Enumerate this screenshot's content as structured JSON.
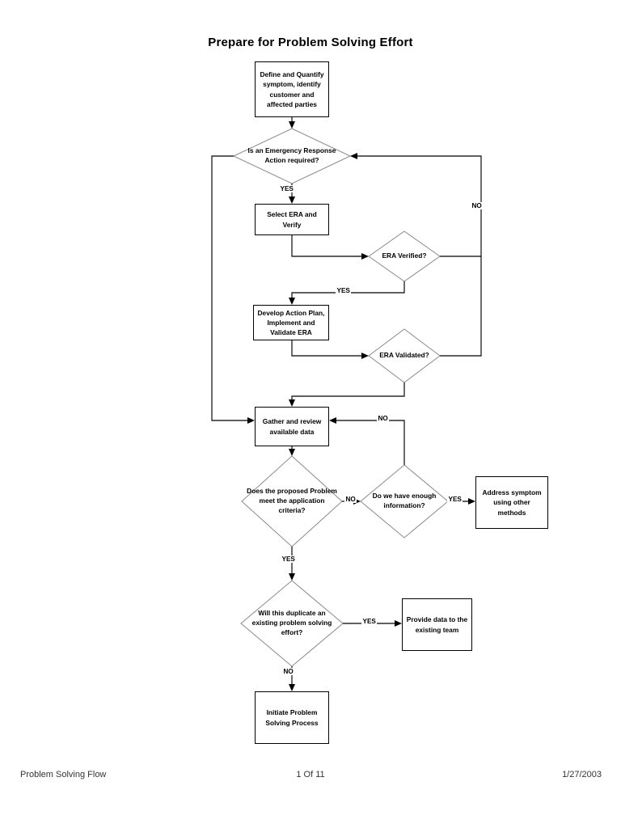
{
  "page": {
    "title": "Prepare for Problem Solving Effort"
  },
  "footer": {
    "left": "Problem Solving Flow",
    "center": "1 Of 11",
    "right": "1/27/2003"
  },
  "colors": {
    "ink": "#000000",
    "diamond_stroke": "#8a8a8a",
    "box_stroke": "#000000",
    "background": "#ffffff",
    "footer_text": "#333333"
  },
  "flowchart": {
    "type": "flowchart",
    "orientation": "top-to-bottom",
    "nodes": [
      {
        "id": "define",
        "shape": "process",
        "text": "Define and Quantify symptom, identify customer and affected parties"
      },
      {
        "id": "era_required",
        "shape": "decision",
        "text": "Is an Emergency Response Action required?"
      },
      {
        "id": "select_era",
        "shape": "process",
        "text": "Select ERA and Verify"
      },
      {
        "id": "era_verified",
        "shape": "decision",
        "text": "ERA Verified?"
      },
      {
        "id": "develop_plan",
        "shape": "process",
        "text": "Develop Action Plan, Implement and Validate ERA"
      },
      {
        "id": "era_validated",
        "shape": "decision",
        "text": "ERA Validated?"
      },
      {
        "id": "gather",
        "shape": "process",
        "text": "Gather and review available data"
      },
      {
        "id": "criteria",
        "shape": "decision",
        "text": "Does the proposed Problem meet the application criteria?"
      },
      {
        "id": "enough_info",
        "shape": "decision",
        "text": "Do we have enough information?"
      },
      {
        "id": "address",
        "shape": "process",
        "text": "Address symptom using other methods"
      },
      {
        "id": "duplicate",
        "shape": "decision",
        "text": "Will this duplicate an existing problem solving effort?"
      },
      {
        "id": "provide_data",
        "shape": "process",
        "text": "Provide data to the existing team"
      },
      {
        "id": "initiate",
        "shape": "process",
        "text": "Initiate Problem Solving Process"
      }
    ],
    "edges": [
      {
        "from": "define",
        "to": "era_required",
        "label": ""
      },
      {
        "from": "era_required",
        "to": "select_era",
        "label": "YES"
      },
      {
        "from": "era_required",
        "to": "gather",
        "label": ""
      },
      {
        "from": "select_era",
        "to": "era_verified",
        "label": ""
      },
      {
        "from": "era_verified",
        "to": "develop_plan",
        "label": "YES"
      },
      {
        "from": "era_verified",
        "to": "era_required",
        "label": "NO"
      },
      {
        "from": "develop_plan",
        "to": "era_validated",
        "label": ""
      },
      {
        "from": "era_validated",
        "to": "gather",
        "label": ""
      },
      {
        "from": "era_validated",
        "to": "era_required",
        "label": "NO"
      },
      {
        "from": "gather",
        "to": "criteria",
        "label": ""
      },
      {
        "from": "criteria",
        "to": "enough_info",
        "label": "NO"
      },
      {
        "from": "criteria",
        "to": "duplicate",
        "label": "YES"
      },
      {
        "from": "enough_info",
        "to": "address",
        "label": "YES"
      },
      {
        "from": "enough_info",
        "to": "gather",
        "label": "NO"
      },
      {
        "from": "duplicate",
        "to": "provide_data",
        "label": "YES"
      },
      {
        "from": "duplicate",
        "to": "initiate",
        "label": "NO"
      }
    ],
    "edge_labels": {
      "era_required_yes": "YES",
      "era_verified_no": "NO",
      "era_verified_yes": "YES",
      "enough_info_no": "NO",
      "criteria_no": "NO",
      "criteria_yes": "YES",
      "enough_info_yes": "YES",
      "duplicate_yes": "YES",
      "duplicate_no": "NO"
    }
  }
}
